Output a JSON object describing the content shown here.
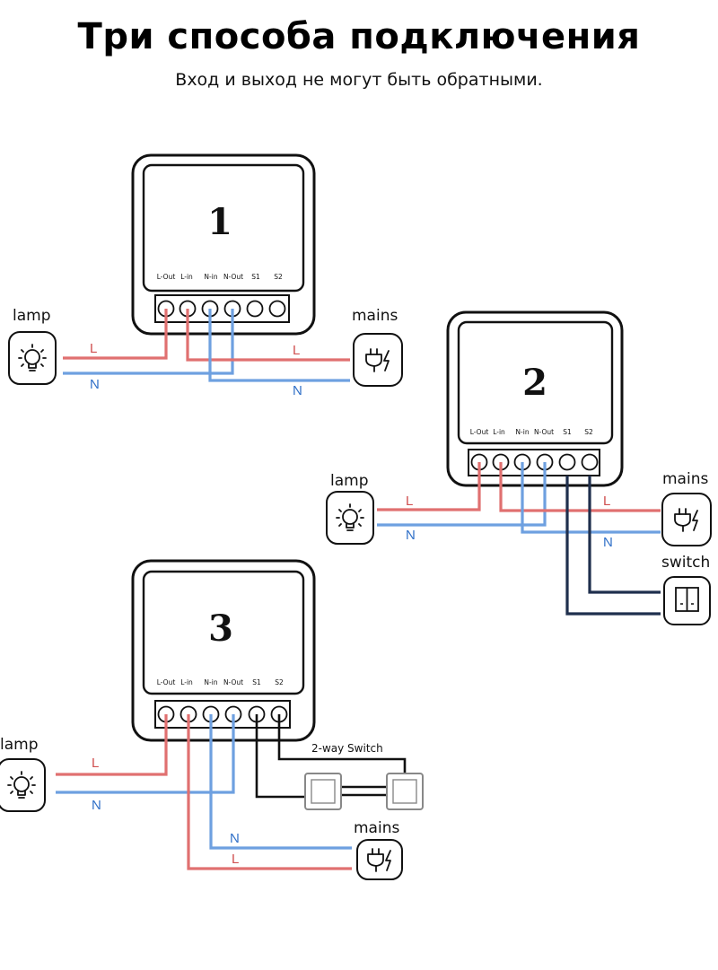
{
  "header": {
    "title": "Три способа подключения",
    "subtitle": "Вход и выход не могут быть обратными."
  },
  "terminal_labels": [
    "L-Out",
    "L-in",
    "N-in",
    "N-Out",
    "S1",
    "S2"
  ],
  "wire_labels": {
    "live": "L",
    "neutral": "N"
  },
  "colors": {
    "live": "#e07070",
    "neutral": "#6ea0e0",
    "switch_wire": "#1f2f4d",
    "outline": "#111111"
  },
  "diagrams": [
    {
      "number": "1",
      "components": {
        "lamp": "lamp",
        "mains": "mains"
      },
      "icons": {
        "lamp": "lamp-icon",
        "mains": "plug-icon"
      }
    },
    {
      "number": "2",
      "components": {
        "lamp": "lamp",
        "mains": "mains",
        "switch": "switch"
      },
      "icons": {
        "lamp": "lamp-icon",
        "mains": "plug-icon",
        "switch": "wall-switch-icon"
      }
    },
    {
      "number": "3",
      "components": {
        "lamp": "lamp",
        "mains": "mains",
        "switch": "2-way Switch"
      },
      "icons": {
        "lamp": "lamp-icon",
        "mains": "plug-icon",
        "switch": "two-way-switch-icon"
      }
    }
  ]
}
